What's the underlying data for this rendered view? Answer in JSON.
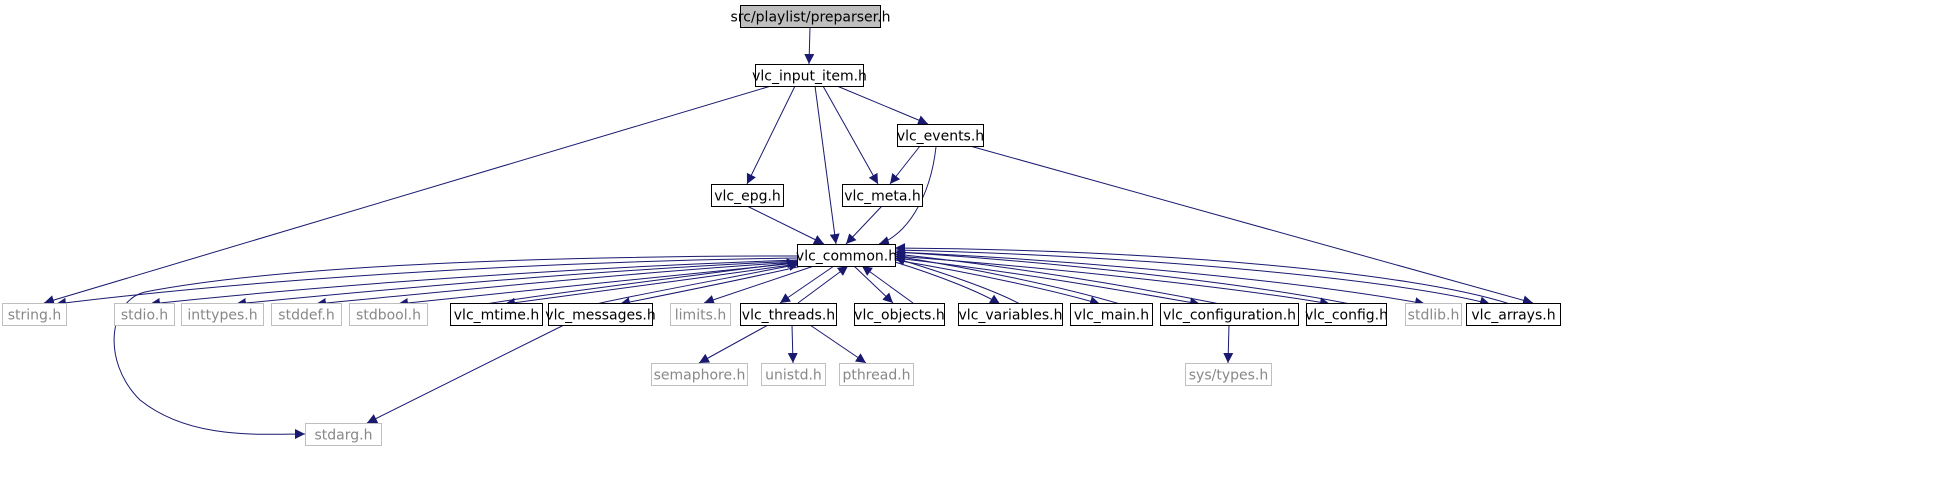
{
  "colors": {
    "edge": "#191970",
    "root_fill": "#bfbfbf",
    "box_border": "#000000",
    "ext_border": "#bfbfbf",
    "ext_text": "#888888"
  },
  "nodes": {
    "root": "src/playlist/preparser.h",
    "vlc_input_item": "vlc_input_item.h",
    "vlc_events": "vlc_events.h",
    "vlc_epg": "vlc_epg.h",
    "vlc_meta": "vlc_meta.h",
    "vlc_common": "vlc_common.h",
    "string_h": "string.h",
    "stdio_h": "stdio.h",
    "inttypes_h": "inttypes.h",
    "stddef_h": "stddef.h",
    "stdbool_h": "stdbool.h",
    "vlc_mtime": "vlc_mtime.h",
    "vlc_messages": "vlc_messages.h",
    "limits_h": "limits.h",
    "vlc_threads": "vlc_threads.h",
    "vlc_objects": "vlc_objects.h",
    "vlc_variables": "vlc_variables.h",
    "vlc_main": "vlc_main.h",
    "vlc_configuration": "vlc_configuration.h",
    "vlc_config": "vlc_config.h",
    "stdlib_h": "stdlib.h",
    "vlc_arrays": "vlc_arrays.h",
    "stdarg_h": "stdarg.h",
    "semaphore_h": "semaphore.h",
    "unistd_h": "unistd.h",
    "pthread_h": "pthread.h",
    "sys_types_h": "sys/types.h"
  }
}
